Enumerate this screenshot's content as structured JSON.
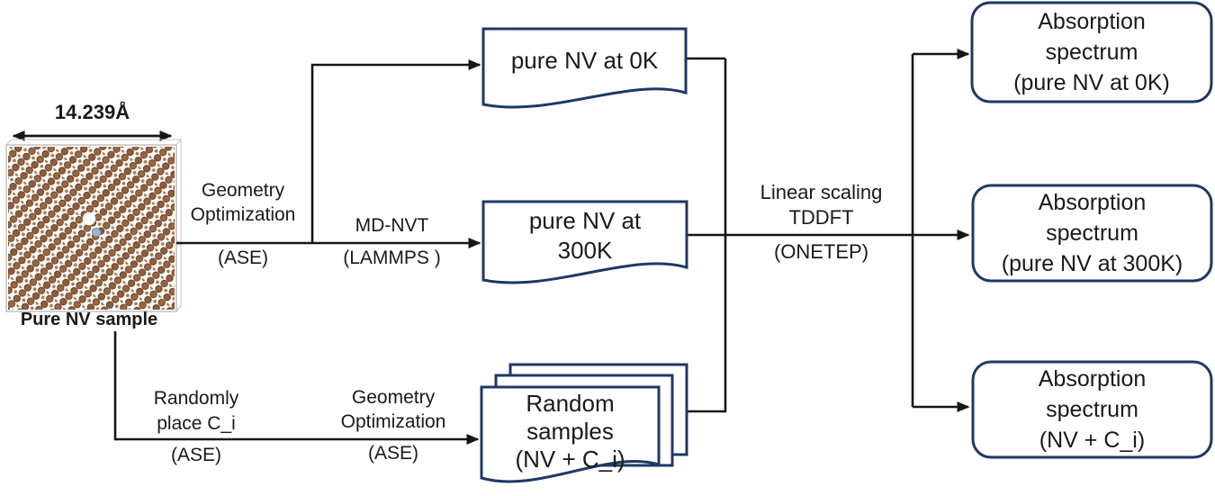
{
  "figure": {
    "type": "workflow-flowchart",
    "description": "Computational workflow from pure NV diamond sample to absorption spectra"
  },
  "colors": {
    "box_border_navy": "#1f3864",
    "line_black": "#161616",
    "atom_brown": "#8f5d3c",
    "atom_brown_dark": "#60391f",
    "nitrogen_atom_blue": "#9db7d9",
    "background": "#ffffff"
  },
  "sample": {
    "dimension": "14.239Å",
    "caption": "Pure NV sample"
  },
  "process_labels": {
    "geometry_optimization_top": {
      "lines": [
        "Geometry",
        "Optimization"
      ],
      "sub": "(ASE)"
    },
    "md_nvt": {
      "lines": [
        "MD-NVT"
      ],
      "sub": "(LAMMPS )"
    },
    "tddft": {
      "lines": [
        "Linear scaling",
        "TDDFT"
      ],
      "sub": "(ONETEP)"
    },
    "randomly_place": {
      "lines": [
        "Randomly",
        "place C_i"
      ],
      "sub": "(ASE)"
    },
    "geometry_optimization_bottom": {
      "lines": [
        "Geometry",
        "Optimization"
      ],
      "sub": "(ASE)"
    }
  },
  "documents": {
    "pure_nv_0k": {
      "lines": [
        "pure NV at 0K"
      ]
    },
    "pure_nv_300k": {
      "lines": [
        "pure NV at",
        "300K"
      ]
    },
    "random_samples": {
      "lines": [
        "Random",
        "samples",
        "(NV + C_i)"
      ]
    }
  },
  "outputs": {
    "abs_0k": {
      "lines": [
        "Absorption",
        "spectrum",
        "(pure NV at 0K)"
      ]
    },
    "abs_300k": {
      "lines": [
        "Absorption",
        "spectrum",
        "(pure NV at 300K)"
      ]
    },
    "abs_nv_ci": {
      "lines": [
        "Absorption",
        "spectrum",
        "(NV + C_i)"
      ]
    }
  }
}
